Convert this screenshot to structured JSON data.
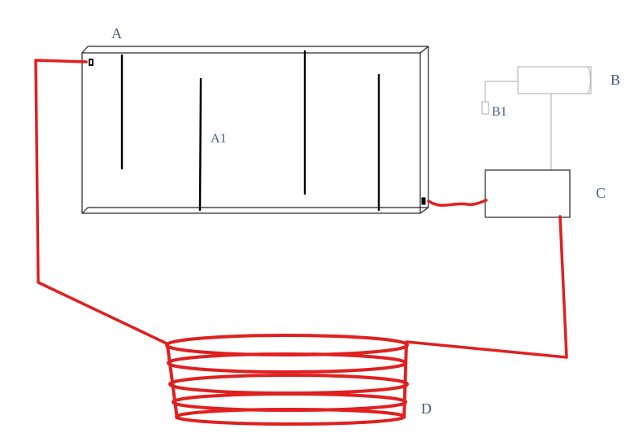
{
  "labels": {
    "a": "A",
    "a1": "A1",
    "b": "B",
    "b1": "B1",
    "c": "C",
    "d": "D"
  },
  "colors": {
    "wire": "#e02020",
    "outline": "#222222",
    "rod": "#000000",
    "light_outline": "#bbbbbb",
    "label": "#4a5a85"
  }
}
